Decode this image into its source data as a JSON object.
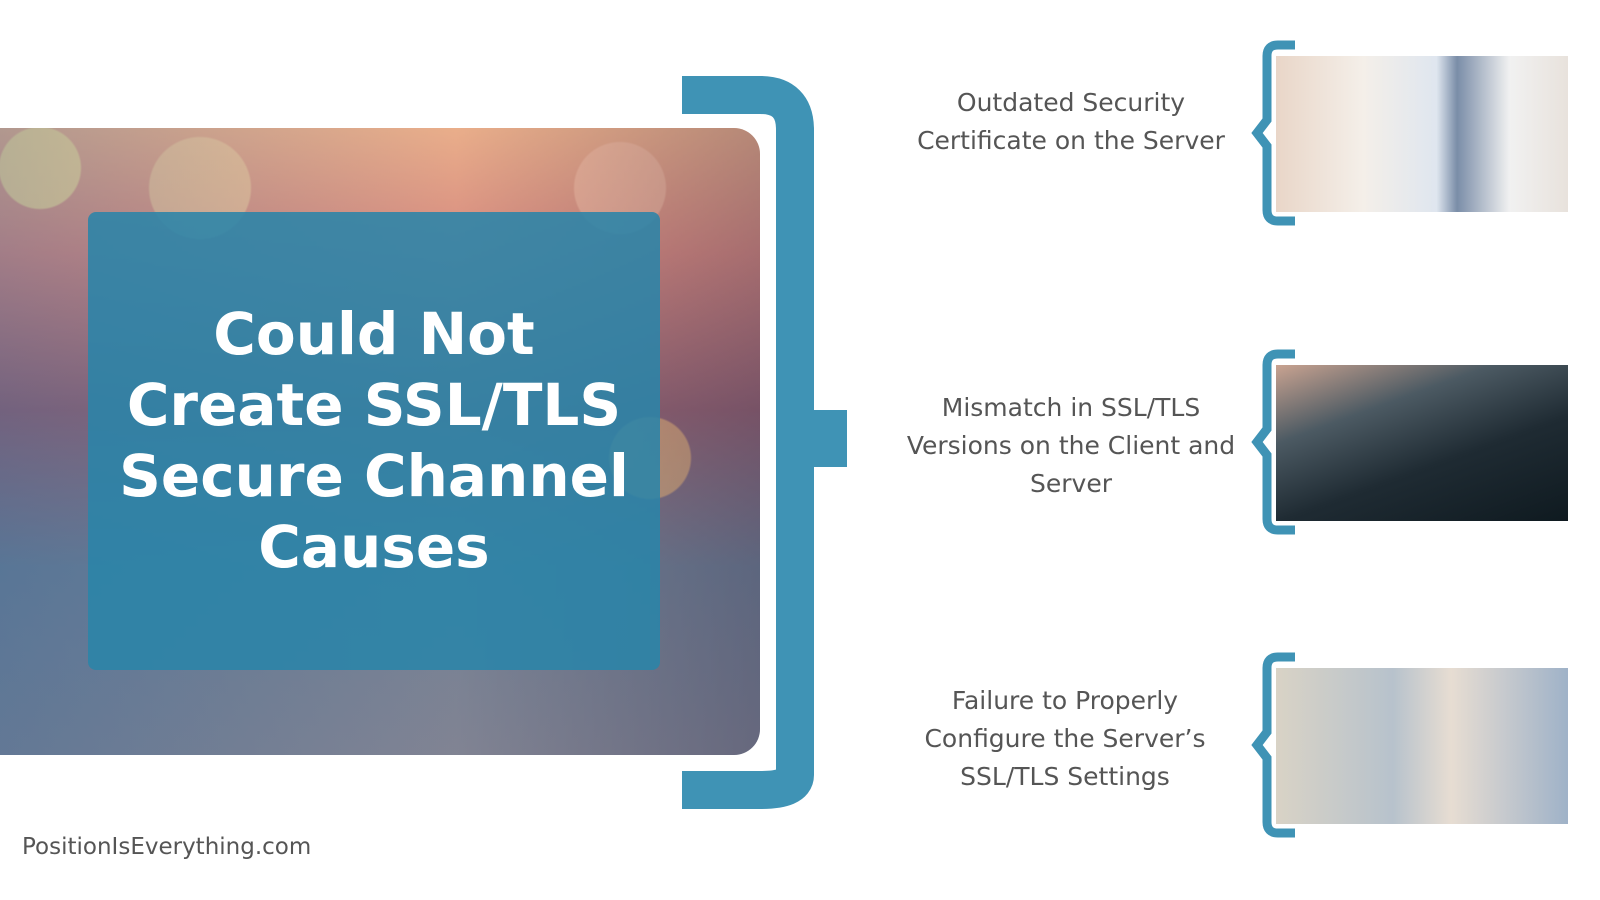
{
  "title": "Could Not Create SSL/TLS Secure Channel Causes",
  "accent_color": "#3f93b5",
  "causes": [
    {
      "label": "Outdated Security Certificate on the Server",
      "image": "woman-at-computer-photo"
    },
    {
      "label": "Mismatch in SSL/TLS Versions on the Client and Server",
      "image": "laptop-keyboard-photo"
    },
    {
      "label": "Failure to Properly Configure the Server’s SSL/TLS Settings",
      "image": "thinking-woman-photo"
    }
  ],
  "footer": "PositionIsEverything.com"
}
